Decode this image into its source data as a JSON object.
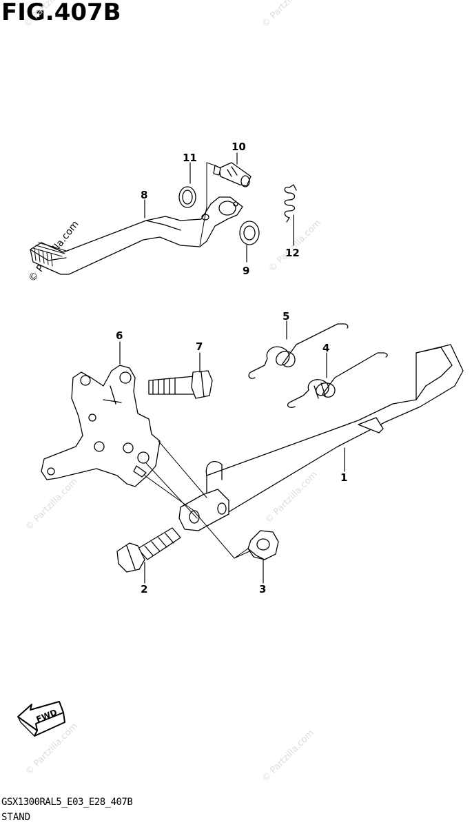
{
  "figure": {
    "title": "FIG.407B",
    "code": "GSX1300RAL5_E03_E28_407B",
    "name": "STAND"
  },
  "watermark": {
    "text": "© Partzilla.com"
  },
  "callouts": [
    {
      "id": "1",
      "label": "1",
      "part": "side-stand"
    },
    {
      "id": "2",
      "label": "2",
      "part": "bolt"
    },
    {
      "id": "3",
      "label": "3",
      "part": "nut"
    },
    {
      "id": "4",
      "label": "4",
      "part": "spring"
    },
    {
      "id": "5",
      "label": "5",
      "part": "spring"
    },
    {
      "id": "6",
      "label": "6",
      "part": "bracket"
    },
    {
      "id": "7",
      "label": "7",
      "part": "bolt"
    },
    {
      "id": "8",
      "label": "8",
      "part": "lever"
    },
    {
      "id": "9",
      "label": "9",
      "part": "washer"
    },
    {
      "id": "10",
      "label": "10",
      "part": "pin"
    },
    {
      "id": "11",
      "label": "11",
      "part": "circlip"
    },
    {
      "id": "12",
      "label": "12",
      "part": "spring"
    }
  ],
  "fwd_arrow": {
    "text": "FWD"
  },
  "colors": {
    "line": "#000000",
    "watermark": "#dcdcdc"
  }
}
